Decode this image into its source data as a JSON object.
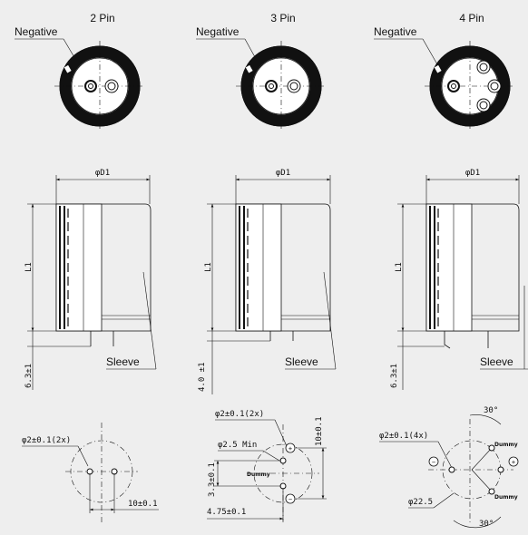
{
  "titles": [
    "2 Pin",
    "3 Pin",
    "4 Pin"
  ],
  "negative_label": "Negative",
  "sleeve_label": "Sleeve",
  "diameter_label": "φD1",
  "length_label": "L1",
  "lead_lengths": [
    "6.3±1",
    "4.0 ±1",
    "6.3±1"
  ],
  "pin2": {
    "hole": "φ2±0.1(2x)",
    "spacing": "10±0.1"
  },
  "pin3": {
    "hole": "φ2±0.1(2x)",
    "min": "φ2.5 Min",
    "vert": "10±0.1",
    "offset_v": "3.3±0.1",
    "offset_h": "4.75±0.1",
    "dummy": "Dummy"
  },
  "pin4": {
    "hole": "φ2±0.1(4x)",
    "angle_top": "30°",
    "angle_bottom": "30°",
    "pcd": "φ22.5",
    "dummy": "Dummy"
  }
}
